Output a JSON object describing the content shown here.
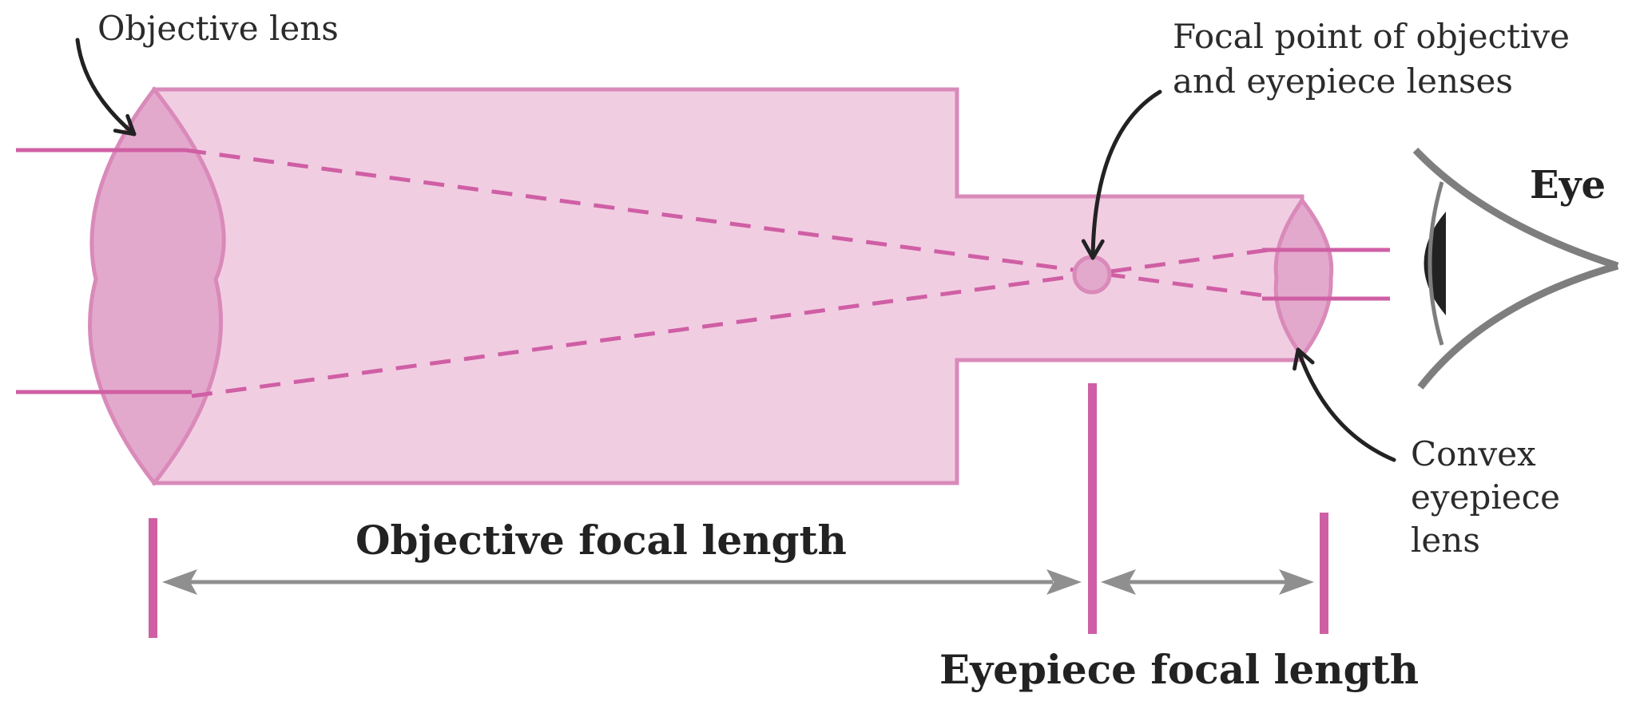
{
  "labels": {
    "objective_lens": "Objective lens",
    "focal_point_line1": "Focal point of objective",
    "focal_point_line2": "and eyepiece lenses",
    "eye": "Eye",
    "convex_line1": "Convex",
    "convex_line2": "eyepiece",
    "convex_line3": "lens",
    "objective_focal_length": "Objective focal length",
    "eyepiece_focal_length": "Eyepiece focal length"
  },
  "colors": {
    "tube_fill": "#f1cde2",
    "tube_stroke": "#d98ab9",
    "lens_fill": "#e3a9cd",
    "ray": "#cf5fa4",
    "marker": "#cf5fa4",
    "dimension_arrow": "#8f8f8f",
    "callout_arrow": "#222222",
    "eye_outline": "#7e7e7f",
    "pupil": "#222222",
    "text": "#222222"
  }
}
